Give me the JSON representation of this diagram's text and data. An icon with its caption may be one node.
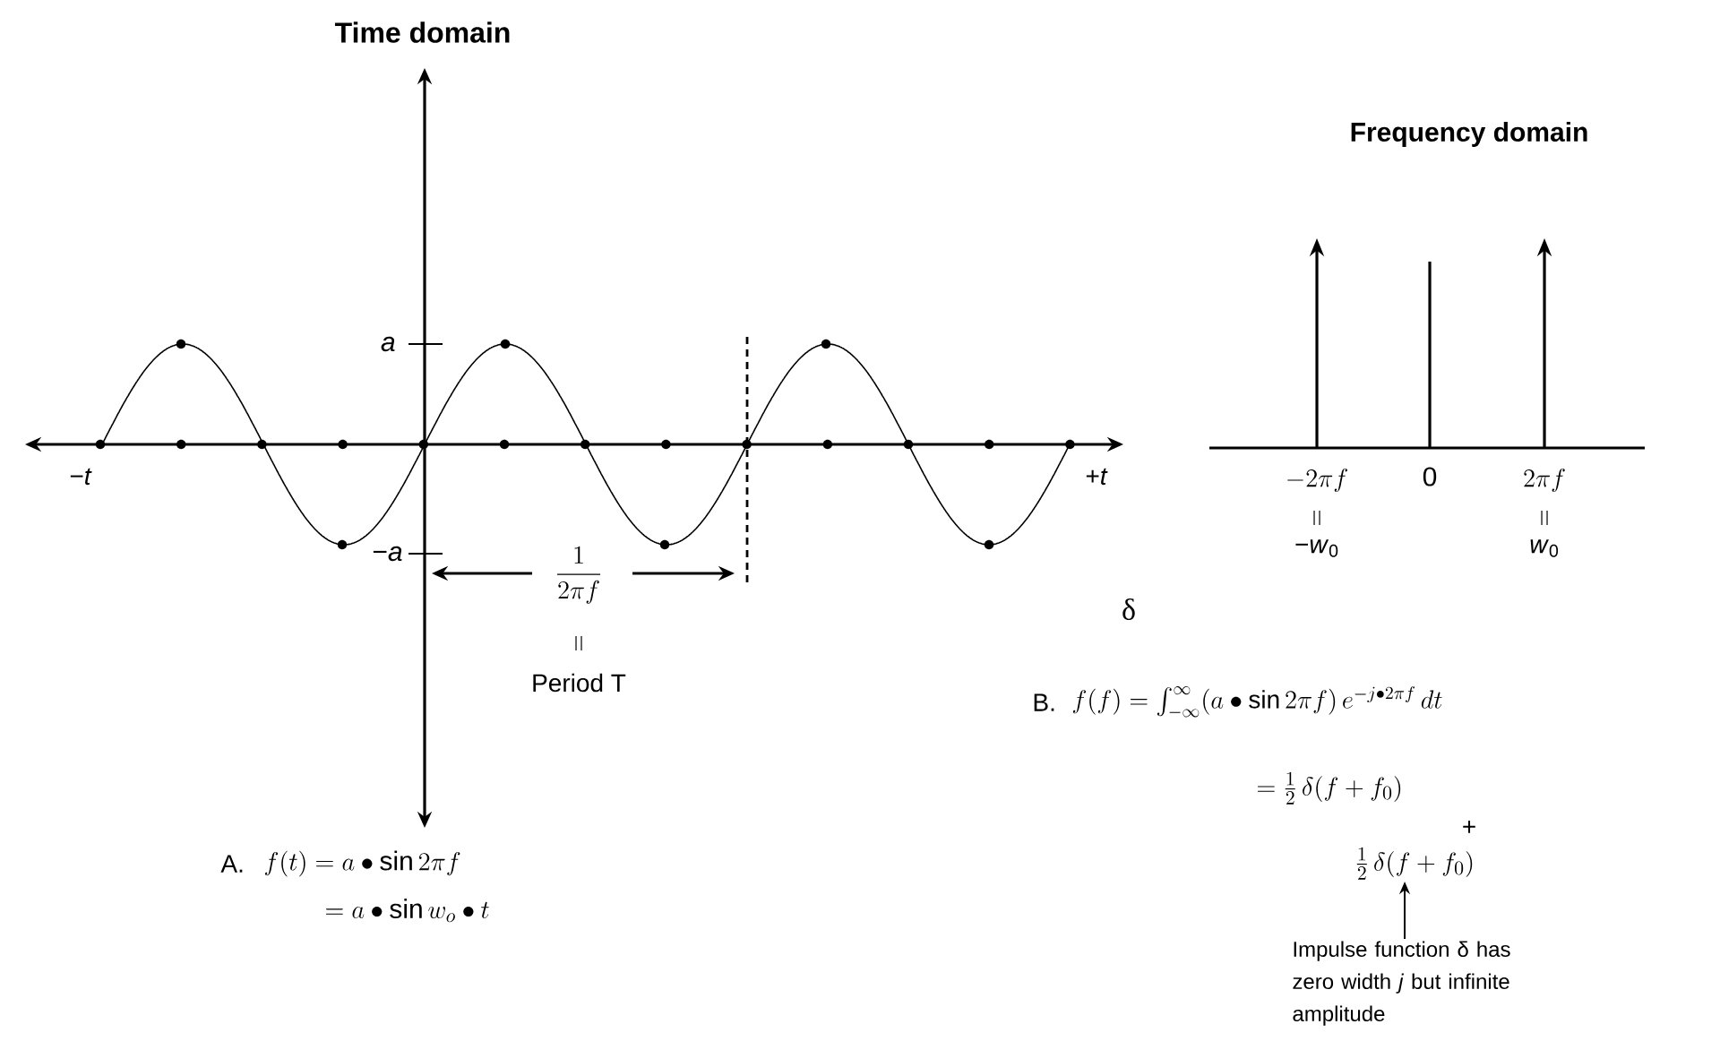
{
  "diagram": {
    "nodes": [
      {
        "text": [
          "\\tfrac{1}{2}\\,\\delta(f+f_{0})"
        ]
      },
      {
        "text": [
          "Impulse function δ has zero width *j* but infinite amplitude"
        ]
      }
    ],
    "edges": [
      {
        "from": 1,
        "to": 0,
        "arrow": "to"
      }
    ],
    "labels": [
      "Time domain",
      "*a*",
      "−*a*",
      "−*t*",
      "+*t*",
      "\\frac{1}{2\\pi f}",
      "Period T",
      "δ",
      "Frequency domain",
      "-2\\pi f",
      "0",
      "2\\pi f",
      "−*w*$_{0}$",
      "*w*$_{0}$",
      "A.",
      "f(t) = a \\bullet \\sin 2\\pi f",
      "= a \\bullet \\sin w_{o} \\bullet t",
      "B.",
      "f(f) = \\int_{-\\infty}^{\\infty} (a \\bullet \\sin 2\\pi f)\\, e^{-j \\bullet 2\\pi f}\\, dt",
      "= \\tfrac{1}{2}\\,\\delta(f+f_{0})",
      "+"
    ]
  }
}
